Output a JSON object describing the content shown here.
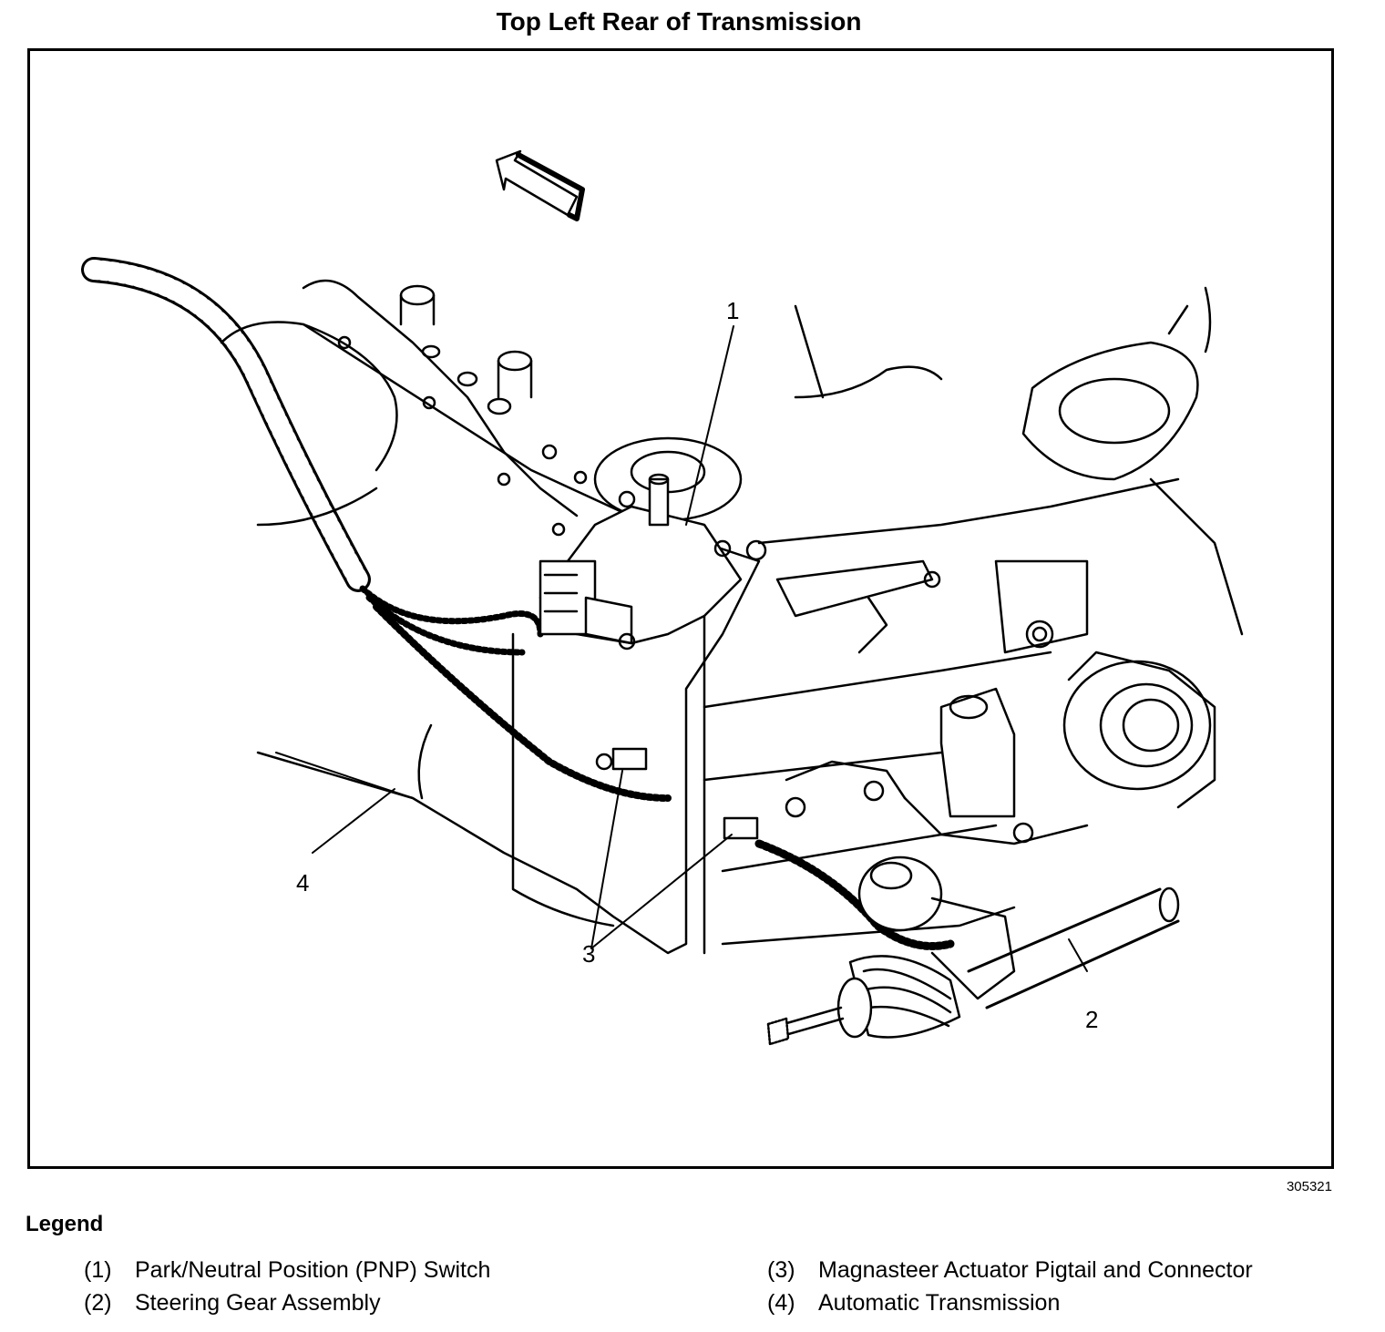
{
  "title": "Top Left Rear of Transmission",
  "figure_id": "305321",
  "callouts": [
    "1",
    "2",
    "3",
    "4"
  ],
  "legend": {
    "heading": "Legend",
    "items": [
      {
        "num": "(1)",
        "label": "Park/Neutral Position (PNP) Switch"
      },
      {
        "num": "(2)",
        "label": "Steering Gear Assembly"
      },
      {
        "num": "(3)",
        "label": "Magnasteer Actuator Pigtail and Connector"
      },
      {
        "num": "(4)",
        "label": "Automatic Transmission"
      }
    ]
  }
}
